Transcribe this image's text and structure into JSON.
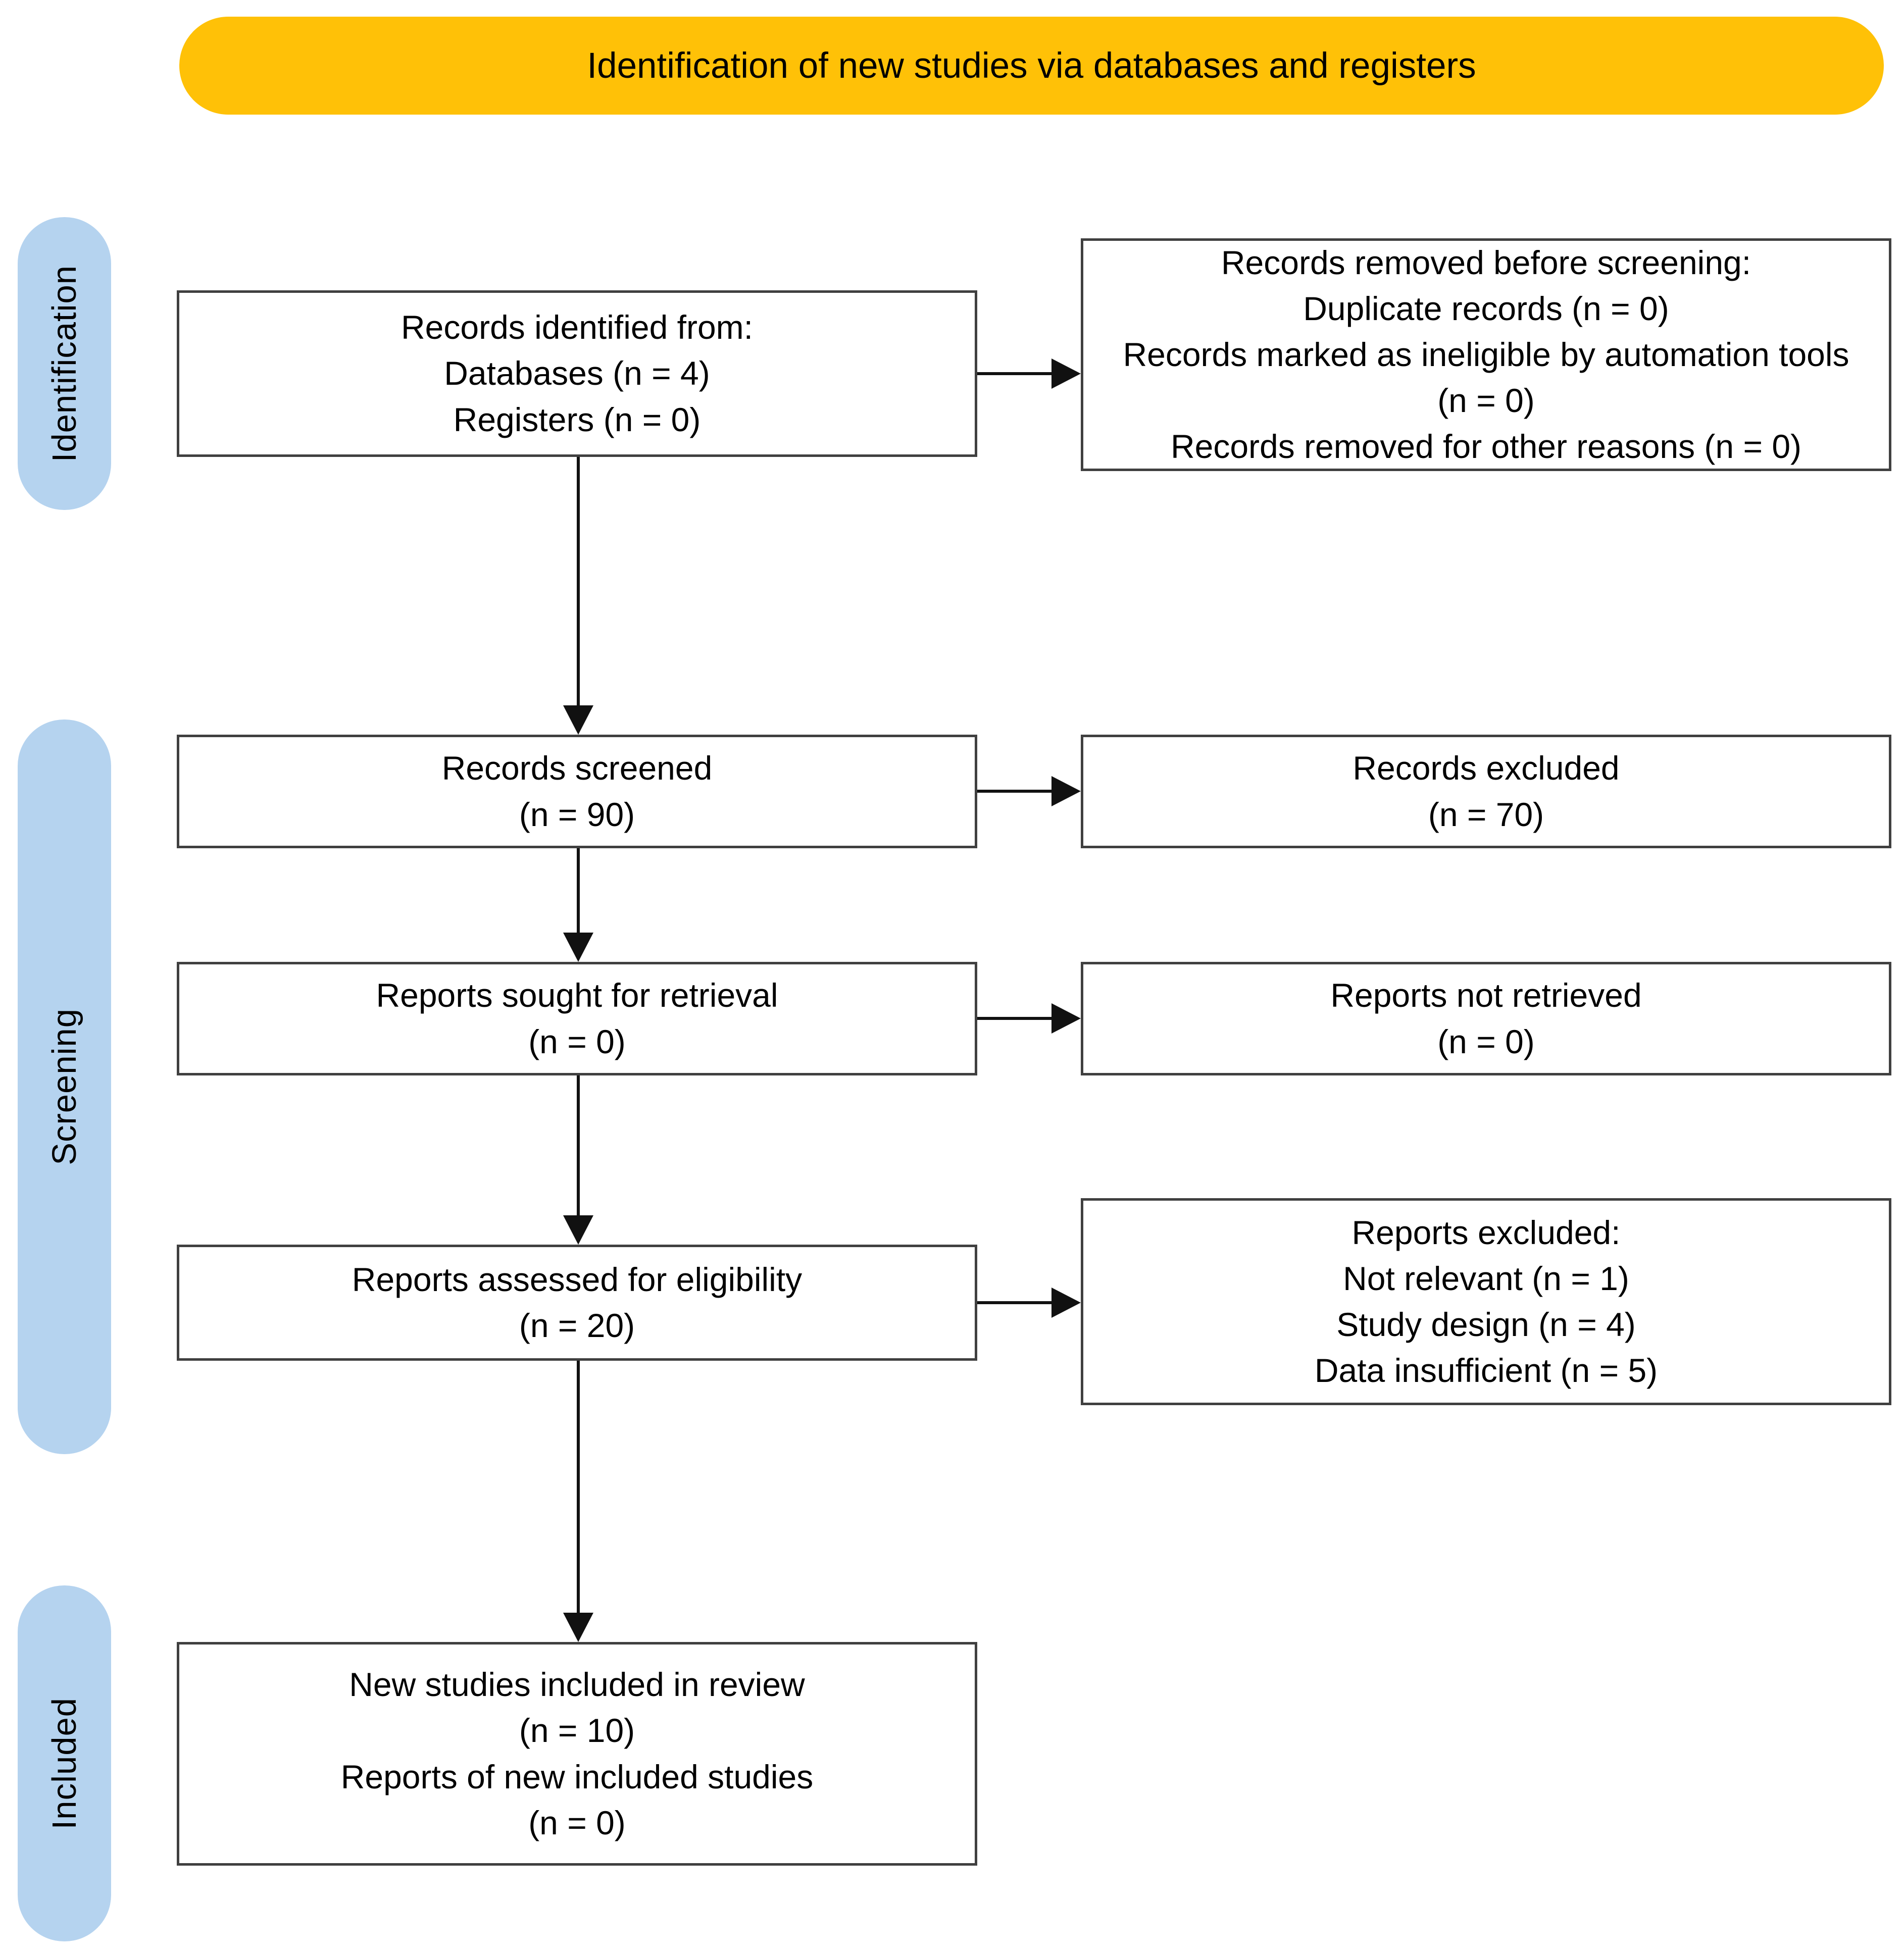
{
  "banner": {
    "label": "Identification of new studies via databases and registers",
    "bg_color": "#FFC107"
  },
  "sidebar": {
    "bg_color": "#B5D3EF",
    "stages": [
      {
        "id": "identification",
        "label": "Identification"
      },
      {
        "id": "screening",
        "label": "Screening"
      },
      {
        "id": "included",
        "label": "Included"
      }
    ]
  },
  "flow": {
    "left_column": [
      {
        "id": "records-identified",
        "lines": [
          "Records identified from:",
          "Databases (n = 4)",
          "Registers (n = 0)"
        ]
      },
      {
        "id": "records-screened",
        "lines": [
          "Records screened",
          "(n = 90)"
        ]
      },
      {
        "id": "reports-sought",
        "lines": [
          "Reports sought for retrieval",
          "(n = 0)"
        ]
      },
      {
        "id": "reports-assessed",
        "lines": [
          "Reports assessed for eligibility",
          "(n = 20)"
        ]
      },
      {
        "id": "new-studies-included",
        "lines": [
          "New studies included in review",
          "(n = 10)",
          "Reports of new included studies",
          "(n = 0)"
        ]
      }
    ],
    "right_column": [
      {
        "id": "records-removed",
        "lines": [
          "Records removed before screening:",
          "Duplicate records (n = 0)",
          "Records marked as ineligible by automation tools (n = 0)",
          "Records removed for other reasons (n = 0)"
        ]
      },
      {
        "id": "records-excluded",
        "lines": [
          "Records excluded",
          "(n = 70)"
        ]
      },
      {
        "id": "reports-not-retrieved",
        "lines": [
          "Reports not retrieved",
          "(n = 0)"
        ]
      },
      {
        "id": "reports-excluded",
        "lines": [
          "Reports excluded:",
          "Not relevant (n = 1)",
          "Study design (n = 4)",
          "Data insufficient (n = 5)"
        ]
      }
    ]
  }
}
